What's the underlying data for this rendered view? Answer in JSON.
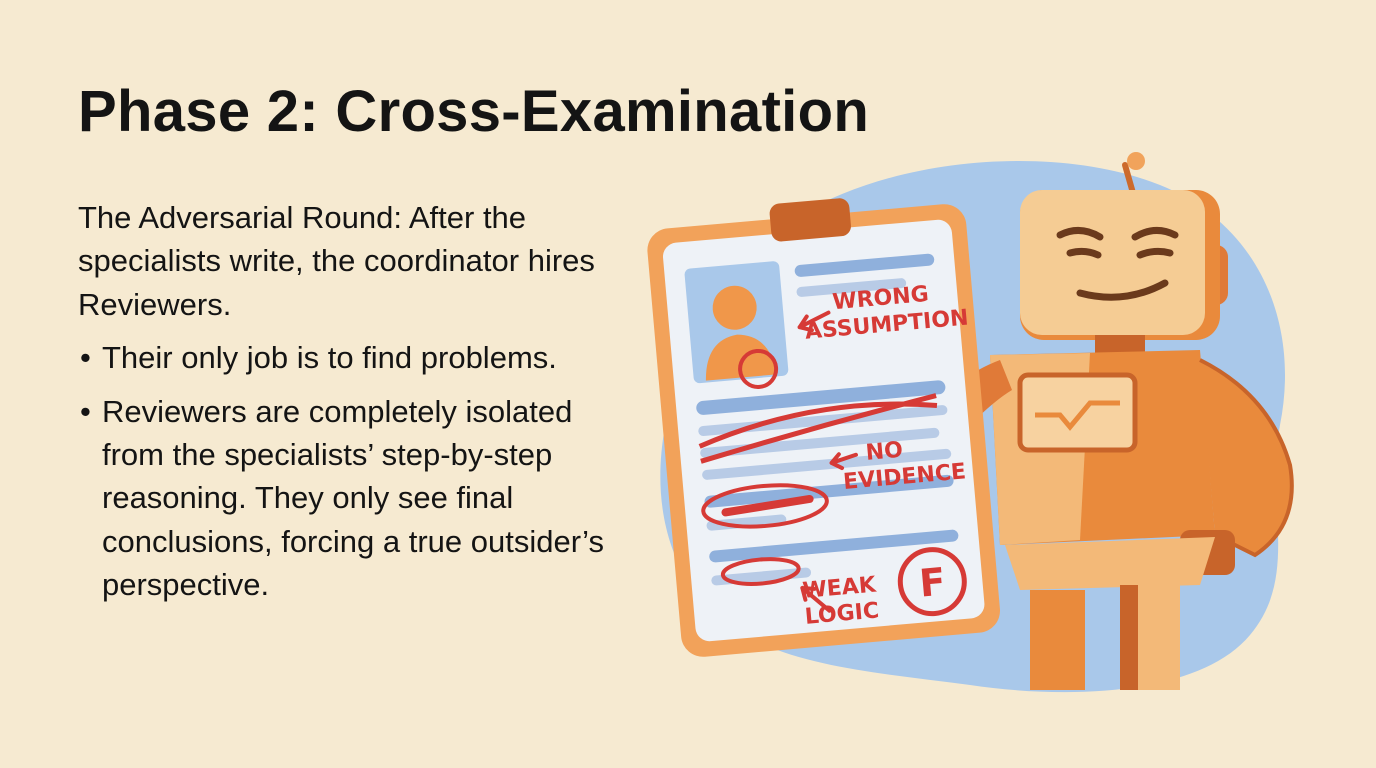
{
  "title": "Phase 2: Cross-Examination",
  "intro": "The Adversarial Round: After the specialists write, the coordinator hires Reviewers.",
  "bullets": [
    "Their only job is to find problems.",
    "Reviewers are completely isolated from the specialists’ step-by-step reasoning. They only see final conclusions, forcing a true outsider’s perspective."
  ],
  "illustration": {
    "annotations": {
      "wrong_1": "WRONG",
      "wrong_2": "ASSUMPTION",
      "no_1": "NO",
      "no_2": "EVIDENCE",
      "weak_1": "WEAK",
      "weak_2": "LOGIC",
      "grade": "F"
    },
    "icons": [
      "robot-icon",
      "clipboard-icon",
      "avatar-icon",
      "grade-circle-icon",
      "arrow-icon"
    ]
  },
  "colors": {
    "background": "#f6ead1",
    "accent_orange": "#e98a3c",
    "blob_blue": "#a9c8ea",
    "ink_red": "#d63a36"
  }
}
